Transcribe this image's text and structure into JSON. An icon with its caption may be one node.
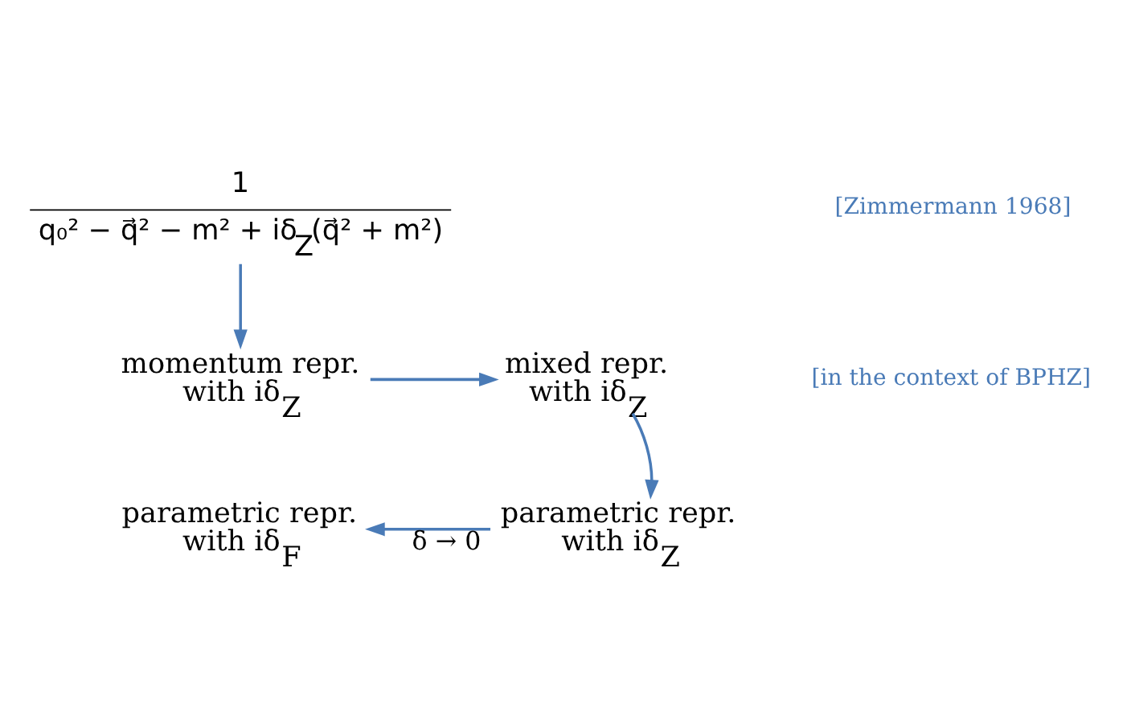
{
  "diagram": {
    "nodes": [
      {
        "text": [
          "1",
          "q₀² − q⃗² − m² + iδ$_{Z}$(q⃗² + m²)"
        ]
      },
      {
        "text": [
          "momentum repr. with iδ$_{Z}$"
        ]
      },
      {
        "text": [
          "mixed repr. with iδ$_{Z}$"
        ]
      },
      {
        "text": [
          "parametric repr. with iδ$_{Z}$"
        ]
      },
      {
        "text": [
          "parametric repr. with iδ$_{F}$"
        ]
      }
    ],
    "edges": [
      {
        "from": 0,
        "to": 1,
        "arrow": "to"
      },
      {
        "from": 1,
        "to": 2,
        "arrow": "to"
      },
      {
        "from": 2,
        "to": 3,
        "arrow": "to"
      },
      {
        "from": 3,
        "to": 4,
        "arrow": "to",
        "label": "δ → 0"
      }
    ],
    "labels": [
      "[Zimmermann 1968]",
      "[in the context of BPHZ]"
    ]
  }
}
